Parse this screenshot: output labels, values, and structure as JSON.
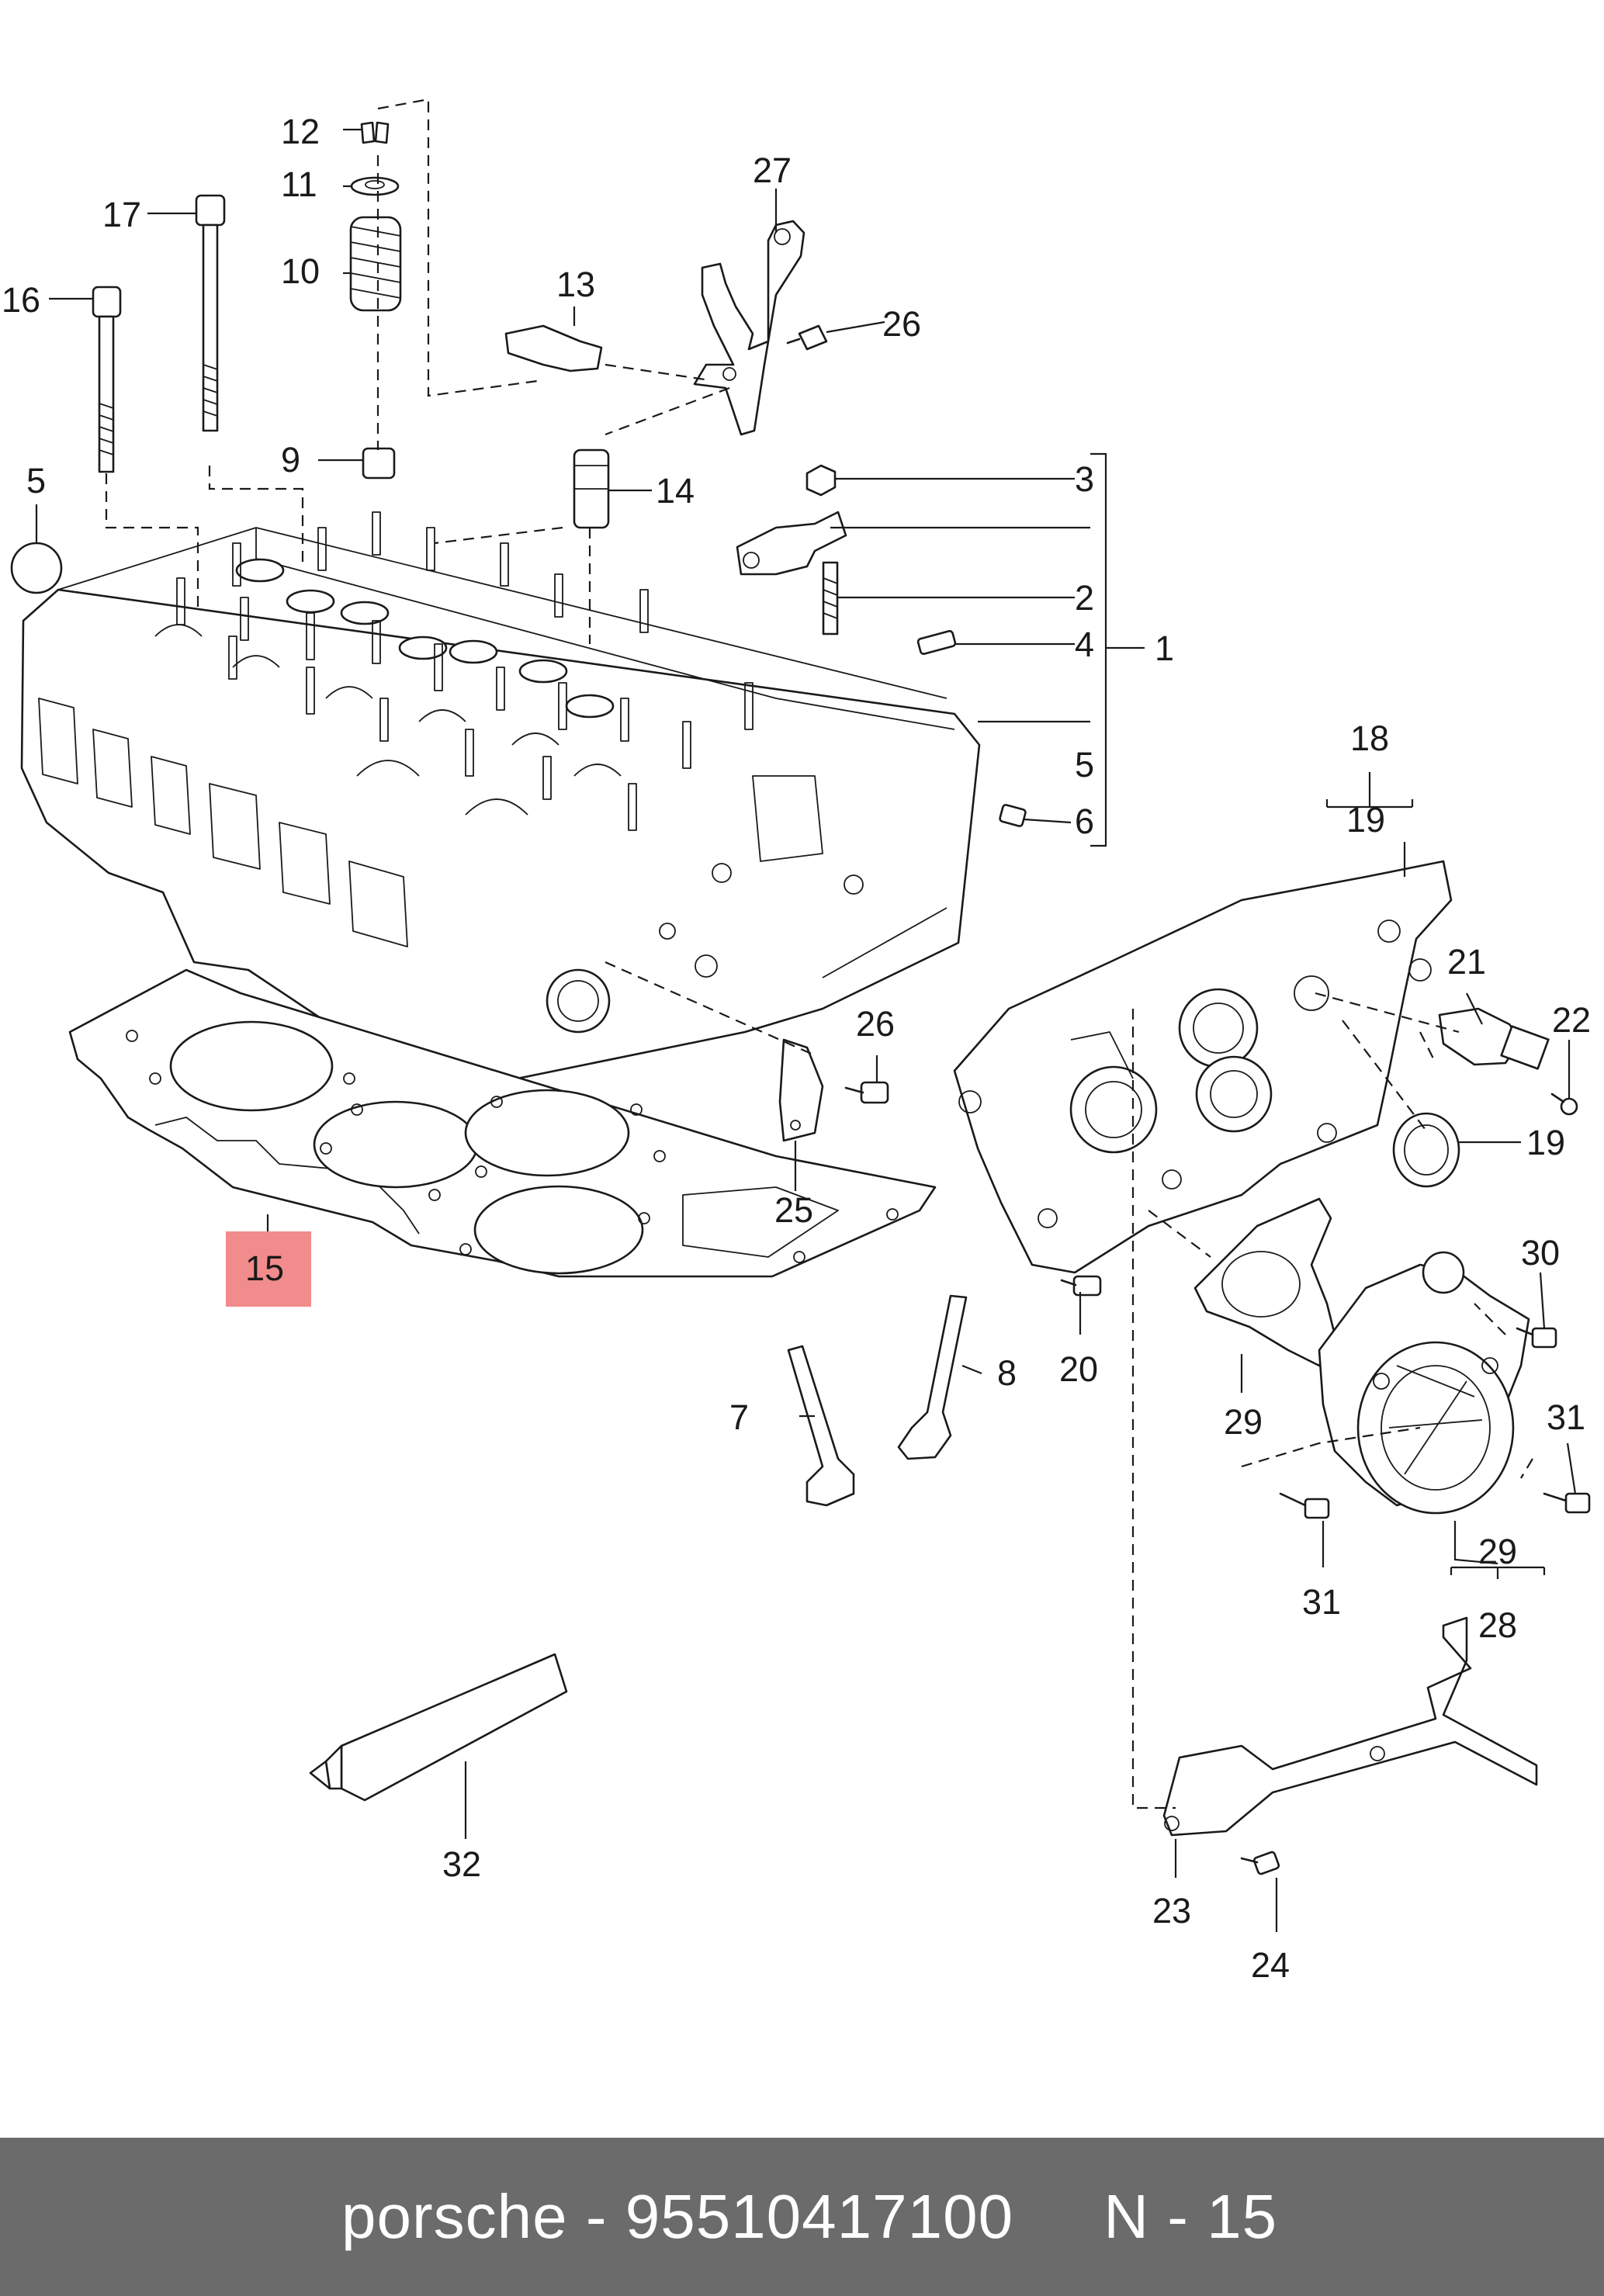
{
  "callouts": {
    "c1": "1",
    "c2": "2",
    "c3": "3",
    "c4": "4",
    "c5a": "5",
    "c5b": "5",
    "c6": "6",
    "c7": "7",
    "c8": "8",
    "c9": "9",
    "c10": "10",
    "c11": "11",
    "c12": "12",
    "c13": "13",
    "c14": "14",
    "c15": "15",
    "c16": "16",
    "c17": "17",
    "c18": "18",
    "c19a": "19",
    "c19b": "19",
    "c20": "20",
    "c21": "21",
    "c22": "22",
    "c23": "23",
    "c24": "24",
    "c25": "25",
    "c26a": "26",
    "c26b": "26",
    "c27": "27",
    "c28": "28",
    "c29a": "29",
    "c29b": "29",
    "c30": "30",
    "c31a": "31",
    "c31b": "31",
    "c32": "32"
  },
  "footer": {
    "text": "porsche - 95510417100     N - 15"
  },
  "colors": {
    "highlight": "#f28b8b",
    "footer_bg": "#6b6b6b",
    "line": "#1a1a1a"
  }
}
